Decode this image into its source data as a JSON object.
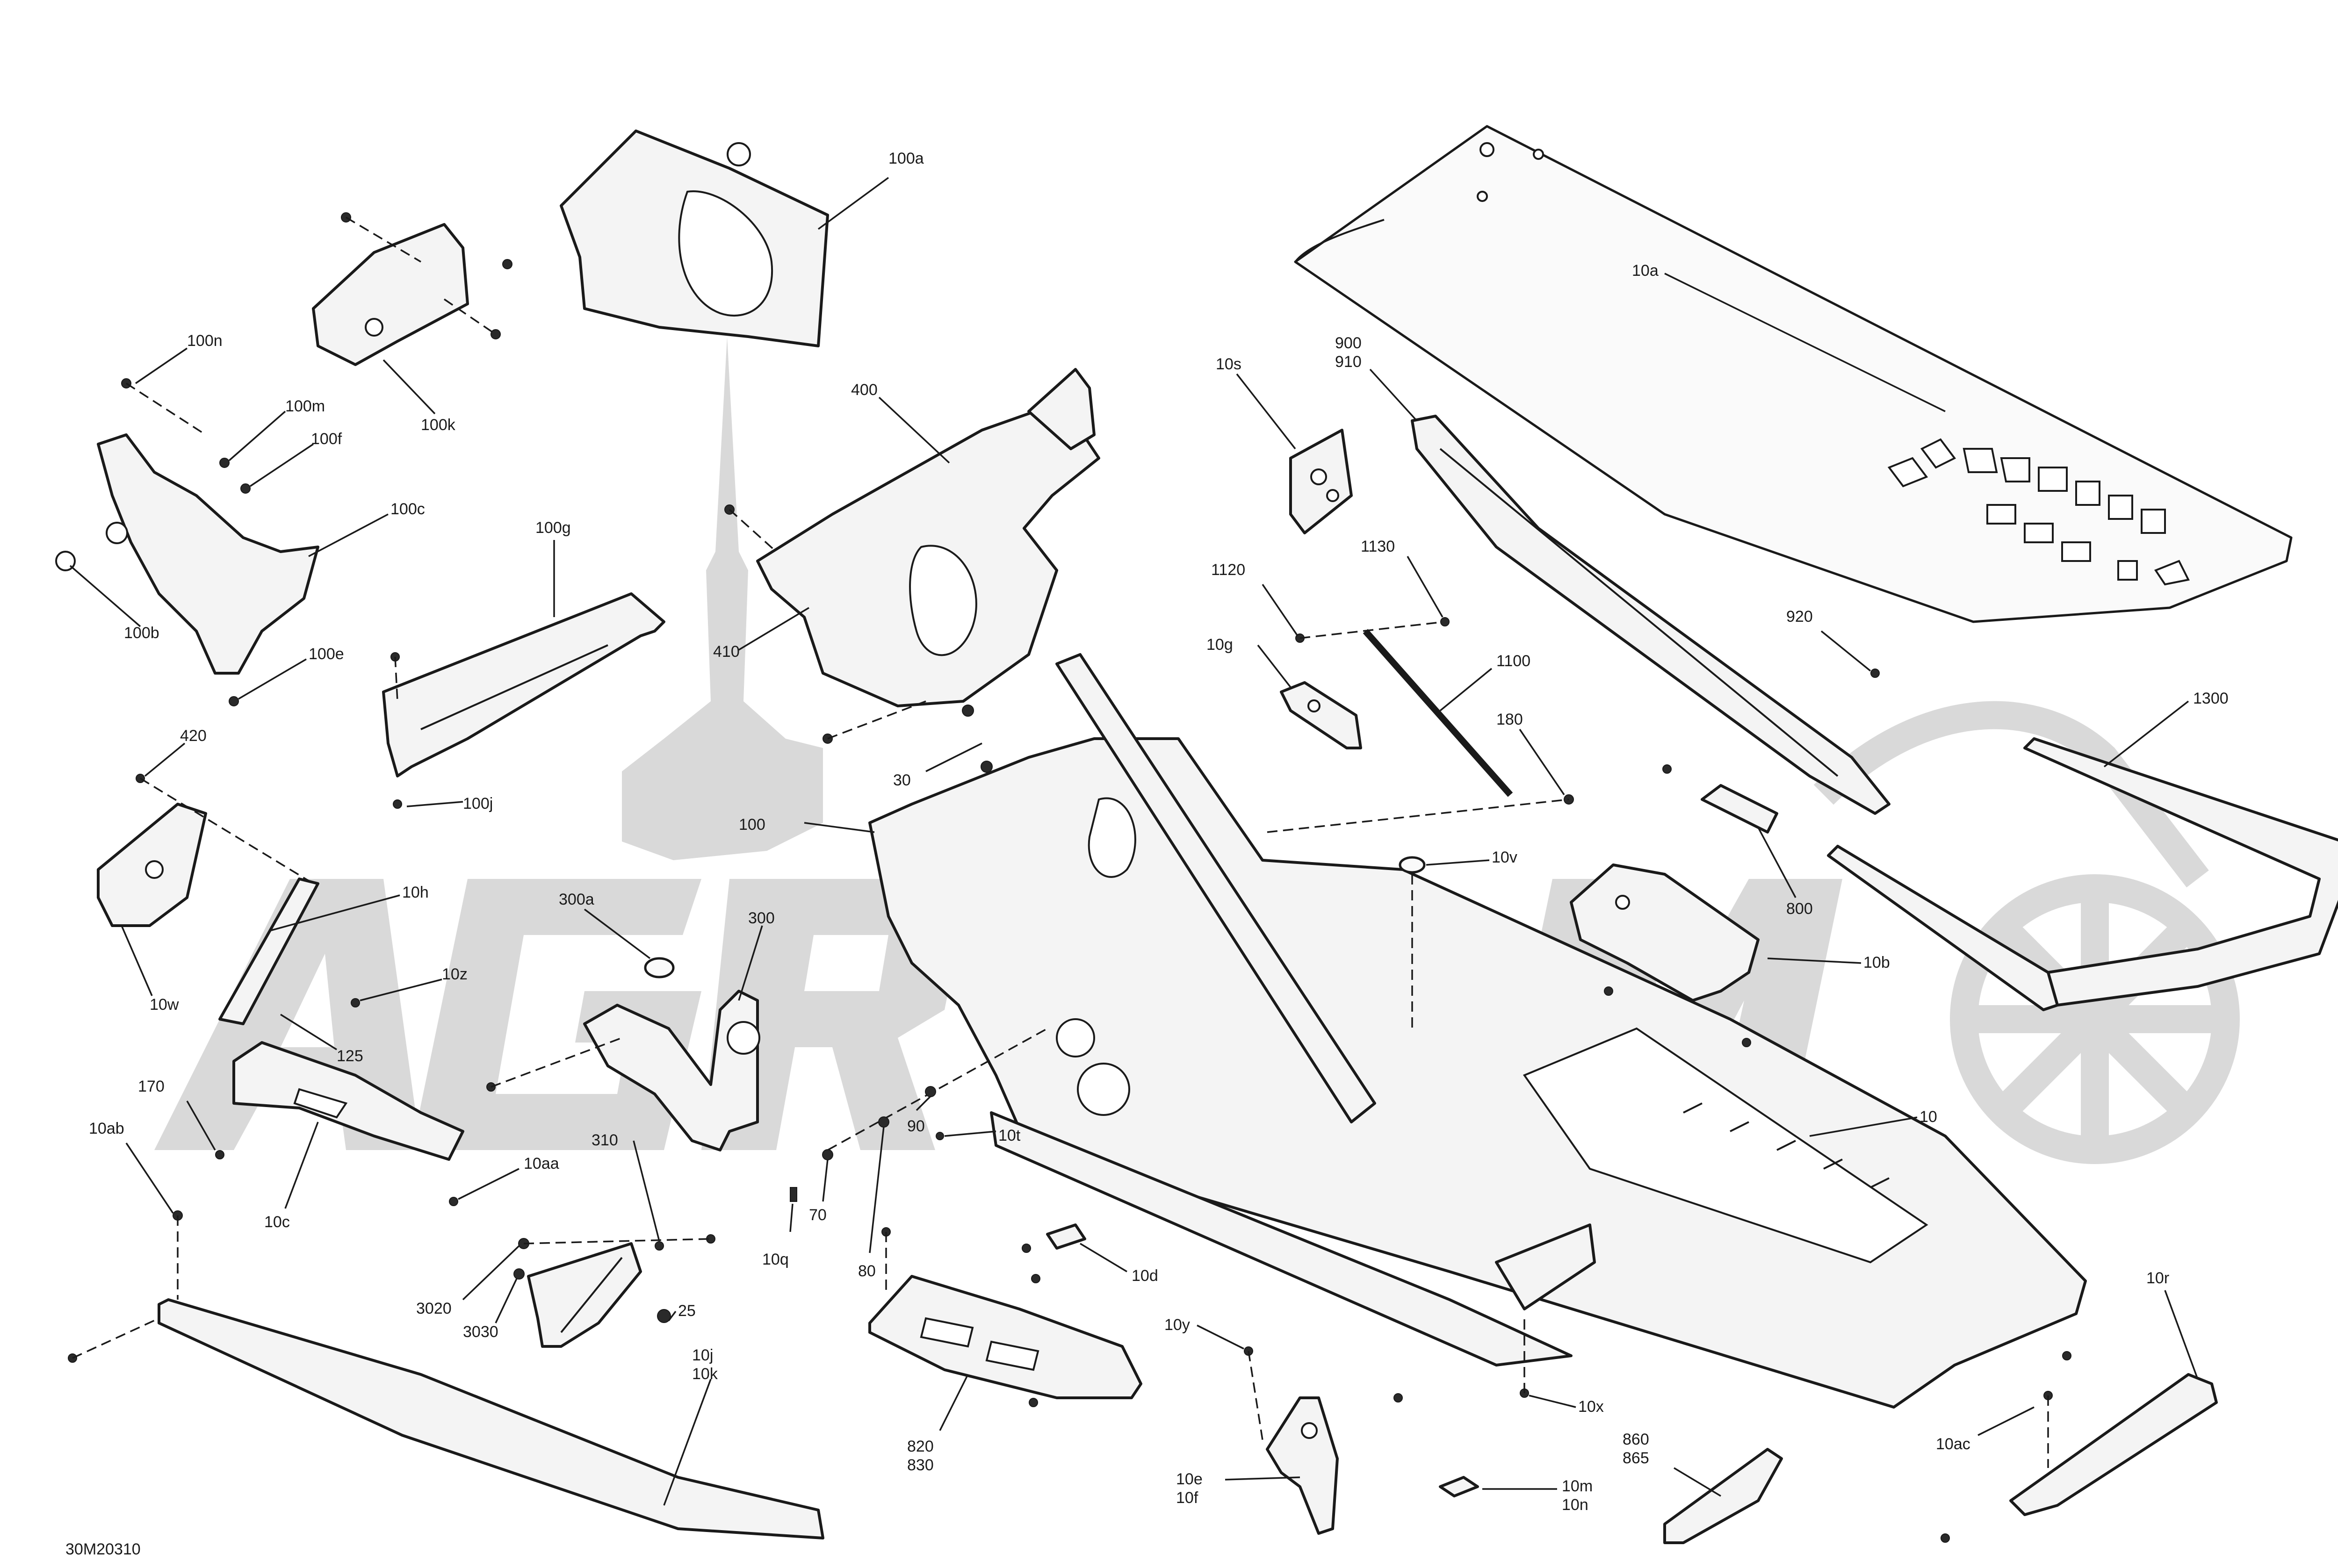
{
  "diagram_id": "30M20310",
  "callouts": {
    "c10a": "10a",
    "c900": "900",
    "c910": "910",
    "c10s": "10s",
    "c100a": "100a",
    "c100n": "100n",
    "c100m": "100m",
    "c100f": "100f",
    "c100k": "100k",
    "c100c": "100c",
    "c100b": "100b",
    "c100e": "100e",
    "c100g": "100g",
    "c100j": "100j",
    "c400": "400",
    "c410": "410",
    "c30": "30",
    "c100": "100",
    "c420": "420",
    "c10h": "10h",
    "c10w": "10w",
    "c10z": "10z",
    "c125": "125",
    "c170": "170",
    "c10ab": "10ab",
    "c10c": "10c",
    "c10aa": "10aa",
    "c300a": "300a",
    "c300": "300",
    "c310": "310",
    "c1120": "1120",
    "c1130": "1130",
    "c10g": "10g",
    "c1100": "1100",
    "c180": "180",
    "c10v": "10v",
    "c920": "920",
    "c1300": "1300",
    "c800": "800",
    "c10b": "10b",
    "c10": "10",
    "c10t": "10t",
    "c90": "90",
    "c80": "80",
    "c70": "70",
    "c10q": "10q",
    "c10d": "10d",
    "c3020": "3020",
    "c3030": "3030",
    "c25": "25",
    "c10j": "10j",
    "c10k": "10k",
    "c820": "820",
    "c830": "830",
    "c10y": "10y",
    "c10e": "10e",
    "c10f": "10f",
    "c10x": "10x",
    "c10m": "10m",
    "c10n": "10n",
    "c860": "860",
    "c865": "865",
    "c10r": "10r",
    "c10ac": "10ac"
  }
}
